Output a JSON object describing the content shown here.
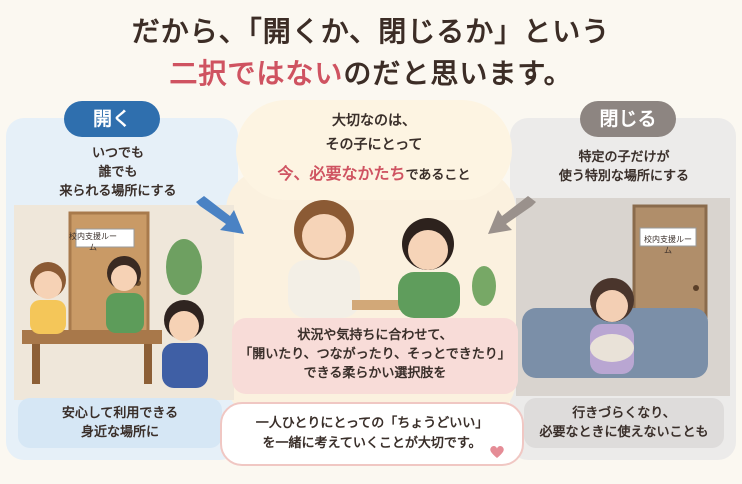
{
  "title": {
    "line1": "だから、「開くか、閉じるか」という",
    "line2_highlight": "二択ではない",
    "line2_rest": "のだと思います。"
  },
  "left": {
    "label": "開く",
    "desc": [
      "いつでも",
      "誰でも",
      "来られる場所にする"
    ],
    "sign": "校内支援ルーム",
    "footer": [
      "安心して利用できる",
      "身近な場所に"
    ]
  },
  "right": {
    "label": "閉じる",
    "desc": [
      "特定の子だけが",
      "使う特別な場所にする"
    ],
    "sign": "校内支援ルーム",
    "footer": [
      "行きづらくなり、",
      "必要なときに使えないことも"
    ]
  },
  "center": {
    "cloud_line1": "大切なのは、",
    "cloud_line2": "その子にとって",
    "cloud_line3_emph": "今、必要なかたち",
    "cloud_line3_rest": "であること",
    "pink": [
      "状況や気持ちに合わせて、",
      "「開いたり、つながったり、そっとできたり」",
      "できる柔らかい選択肢を"
    ],
    "bottom_line1": "一人ひとりにとっての「ちょうどいい」",
    "bottom_line2": "を一緒に考えていくことが大切です。"
  },
  "colors": {
    "accent_pink": "#cf5361",
    "open_blue": "#2f6fae",
    "close_grey": "#8d8581"
  }
}
